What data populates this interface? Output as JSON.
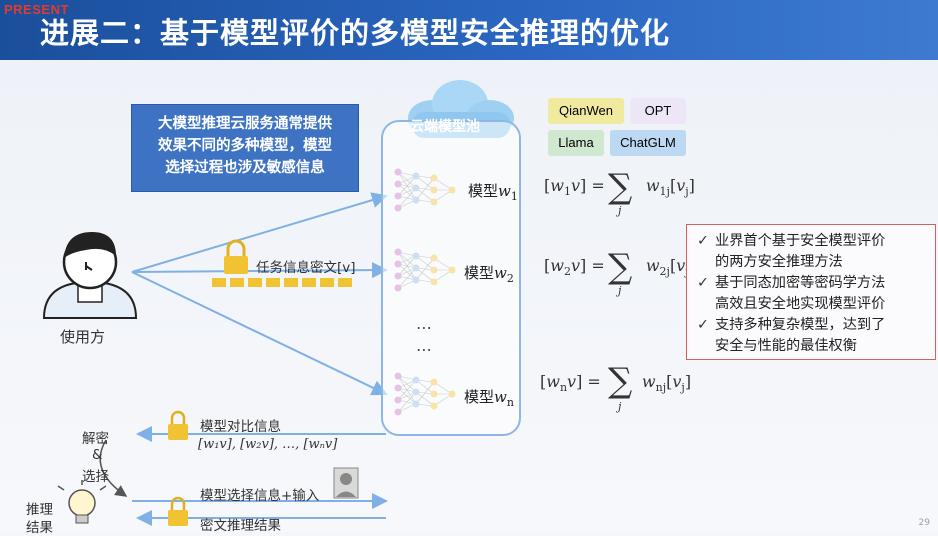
{
  "header": {
    "brand": "PRESENT",
    "title": "进展二：基于模型评价的多模型安全推理的优化"
  },
  "callout": {
    "lines": [
      "大模型推理云服务通常提供",
      "效果不同的多种模型，模型",
      "选择过程也涉及敏感信息"
    ]
  },
  "user": {
    "label": "使用方"
  },
  "cloud": {
    "label": "云端模型池"
  },
  "tags": [
    {
      "label": "QianWen",
      "bg": "#f0e9a0"
    },
    {
      "label": "OPT",
      "bg": "#ece6f6"
    },
    {
      "label": "Llama",
      "bg": "#cfe8cf"
    },
    {
      "label": "ChatGLM",
      "bg": "#bcd8f2"
    }
  ],
  "models": [
    {
      "prefix": "模型",
      "var": "w",
      "sub": "1"
    },
    {
      "prefix": "模型",
      "var": "w",
      "sub": "2"
    },
    {
      "prefix": "模型",
      "var": "w",
      "sub": "n"
    }
  ],
  "formulas": [
    {
      "lhs_var": "w",
      "lhs_sub": "1",
      "rhs_sub": "1j"
    },
    {
      "lhs_var": "w",
      "lhs_sub": "2",
      "rhs_sub": "2j"
    },
    {
      "lhs_var": "w",
      "lhs_sub": "n",
      "rhs_sub": "nj"
    }
  ],
  "formula_parts": {
    "v": "v",
    "j": "j",
    "vj_var": "v",
    "vj_sub": "j"
  },
  "ellipsis": "⋯",
  "task_cipher": {
    "label": "任务信息密文[v]"
  },
  "features": [
    {
      "check": "✓",
      "lines": [
        "业界首个基于安全模型评价",
        "的两方安全推理方法"
      ]
    },
    {
      "check": "✓",
      "lines": [
        "基于同态加密等密码学方法",
        "高效且安全地实现模型评价"
      ]
    },
    {
      "check": "✓",
      "lines": [
        "支持多种复杂模型，达到了",
        "安全与性能的最佳权衡"
      ]
    }
  ],
  "bottom": {
    "compare_label": "模型对比信息",
    "compare_values": "[w₁v], [w₂v], …, [wₙv]",
    "decrypt_select": [
      "解密",
      "&",
      "选择"
    ],
    "selection_label": "模型选择信息+输入",
    "infer_result": [
      "推理",
      "结果"
    ],
    "cipher_result": "密文推理结果"
  },
  "page_number": "29",
  "colors": {
    "title_bar": "#2a66c0",
    "callout": "#3e73c3",
    "arrow": "#7fb0e6",
    "lock": "#f1c232",
    "feature_border": "#d46060"
  }
}
